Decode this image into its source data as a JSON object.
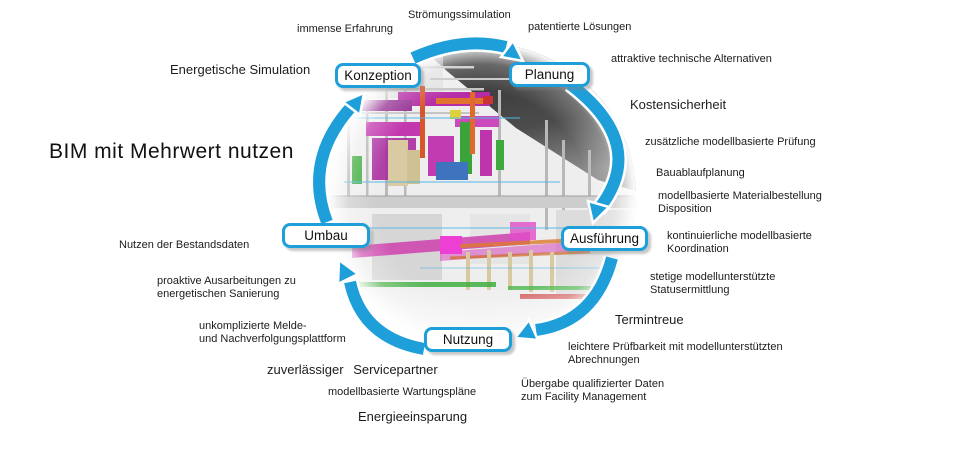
{
  "title": "BIM mit Mehrwert nutzen",
  "accent_color": "#1e9fda",
  "center_image": {
    "name": "bim-3d-building-services-model"
  },
  "phases": {
    "konzeption": "Konzeption",
    "planung": "Planung",
    "ausfuehrung": "Ausführung",
    "nutzung": "Nutzung",
    "umbau": "Umbau"
  },
  "labels": {
    "stroemungssimulation": "Strömungssimulation",
    "immense_erfahrung": "immense Erfahrung",
    "patentierte_loesungen": "patentierte Lösungen",
    "energetische_simulation": "Energetische Simulation",
    "attraktive_alternativen": "attraktive technische Alternativen",
    "kostensicherheit": "Kostensicherheit",
    "modellbasierte_pruefung": "zusätzliche modellbasierte Prüfung",
    "bauablaufplanung": "Bauablaufplanung",
    "materialbestellung": "modellbasierte Materialbestellung\nDisposition",
    "koordination": "kontinuierliche modellbasierte\nKoordination",
    "statusermittlung": "stetige modellunterstützte\nStatusermittlung",
    "termintreue": "Termintreue",
    "pruefbarkeit": "leichtere Prüfbarkeit mit modellunterstützten\nAbrechnungen",
    "uebergabe": "Übergabe qualifizierter Daten\nzum Facility Management",
    "bestandsdaten": "Nutzen der Bestandsdaten",
    "sanierung": "proaktive Ausarbeitungen zu\nenergetischen Sanierung",
    "meldeplattform": "unkomplizierte Melde-\nund Nachverfolgungsplattform",
    "servicepartner": "zuverlässiger Servicepartner",
    "wartungsplaene": "modellbasierte Wartungspläne",
    "energieeinsparung": "Energieeinsparung"
  }
}
